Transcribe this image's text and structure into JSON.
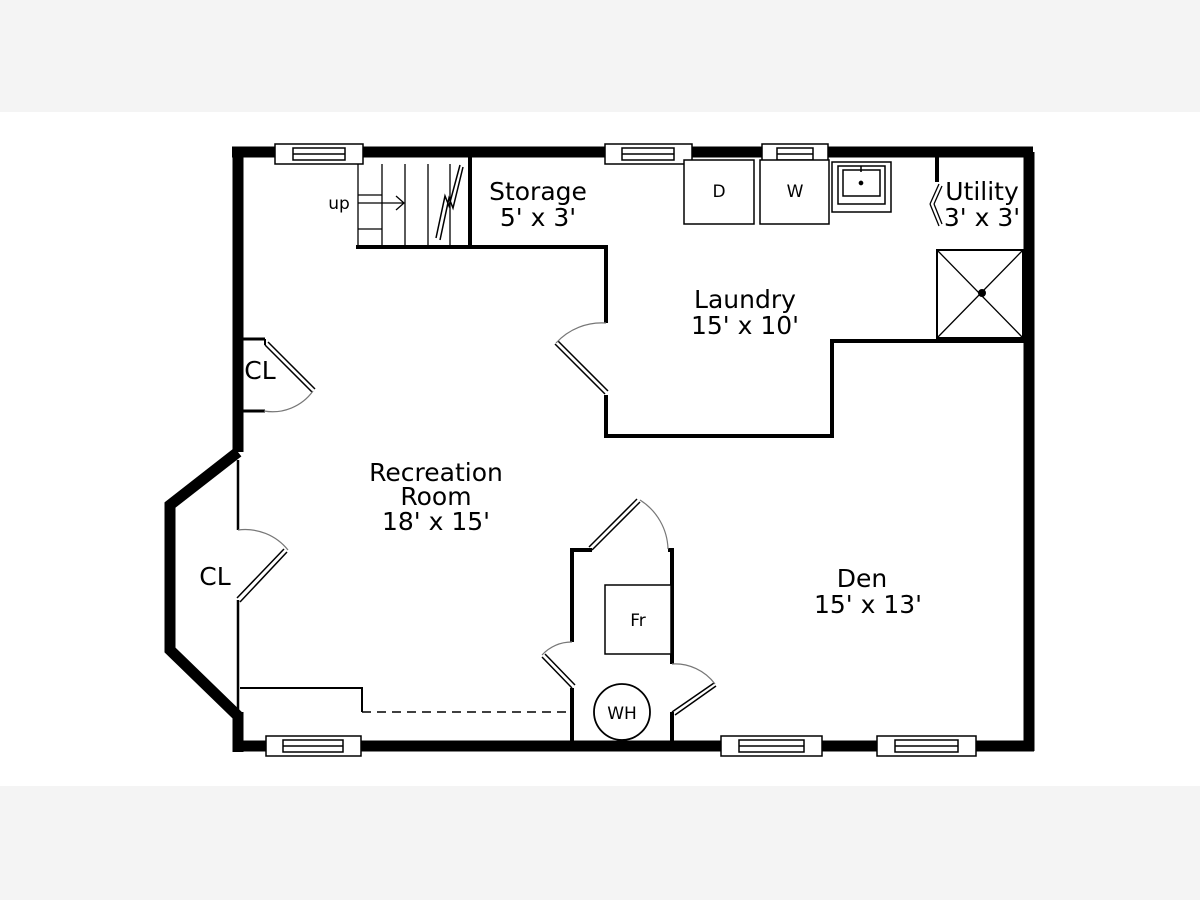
{
  "rooms": {
    "recreation": {
      "name_line1": "Recreation",
      "name_line2": "Room",
      "size": "18' x 15'"
    },
    "laundry": {
      "name": "Laundry",
      "size": "15' x 10'"
    },
    "storage": {
      "name": "Storage",
      "size": "5' x 3'"
    },
    "utility": {
      "name": "Utility",
      "size": "3' x 3'"
    },
    "den": {
      "name": "Den",
      "size": "15' x 13'"
    },
    "closet_upper": {
      "name": "CL"
    },
    "closet_lower": {
      "name": "CL"
    }
  },
  "fixtures": {
    "dryer": "D",
    "washer": "W",
    "fridge": "Fr",
    "water_heater": "WH",
    "stairs": "up"
  }
}
